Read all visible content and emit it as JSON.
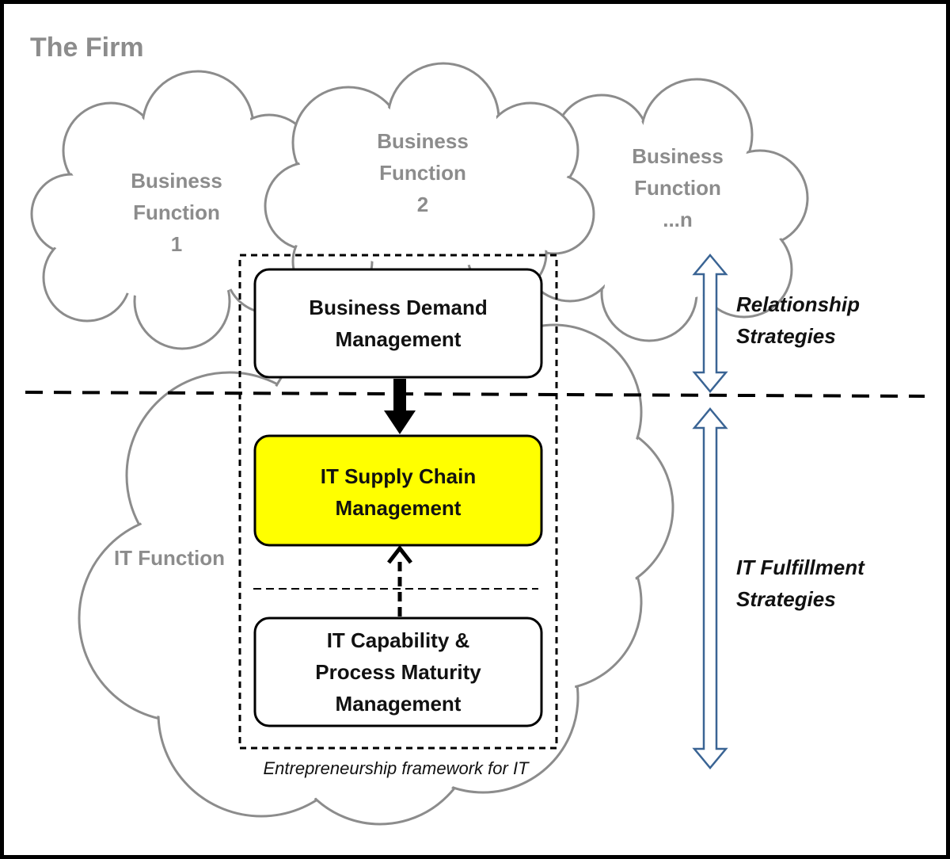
{
  "firm_title": "The Firm",
  "clouds": {
    "bf1": "Business\nFunction\n1",
    "bf2": "Business\nFunction\n2",
    "bfn": "Business\nFunction\n...n",
    "it_function": "IT Function"
  },
  "boxes": {
    "business_demand": "Business Demand\nManagement",
    "it_supply_chain": "IT Supply Chain\nManagement",
    "it_capability": "IT Capability &\nProcess Maturity\nManagement"
  },
  "framework_caption": "Entrepreneurship framework for IT",
  "strategies": {
    "relationship": "Relationship\nStrategies",
    "fulfillment": "IT Fulfillment\nStrategies"
  },
  "colors": {
    "cloud_stroke": "#8c8c8c",
    "highlight_fill": "#ffff00",
    "arrow_blue": "#3a6494",
    "text_gray": "#8c8c8c"
  }
}
